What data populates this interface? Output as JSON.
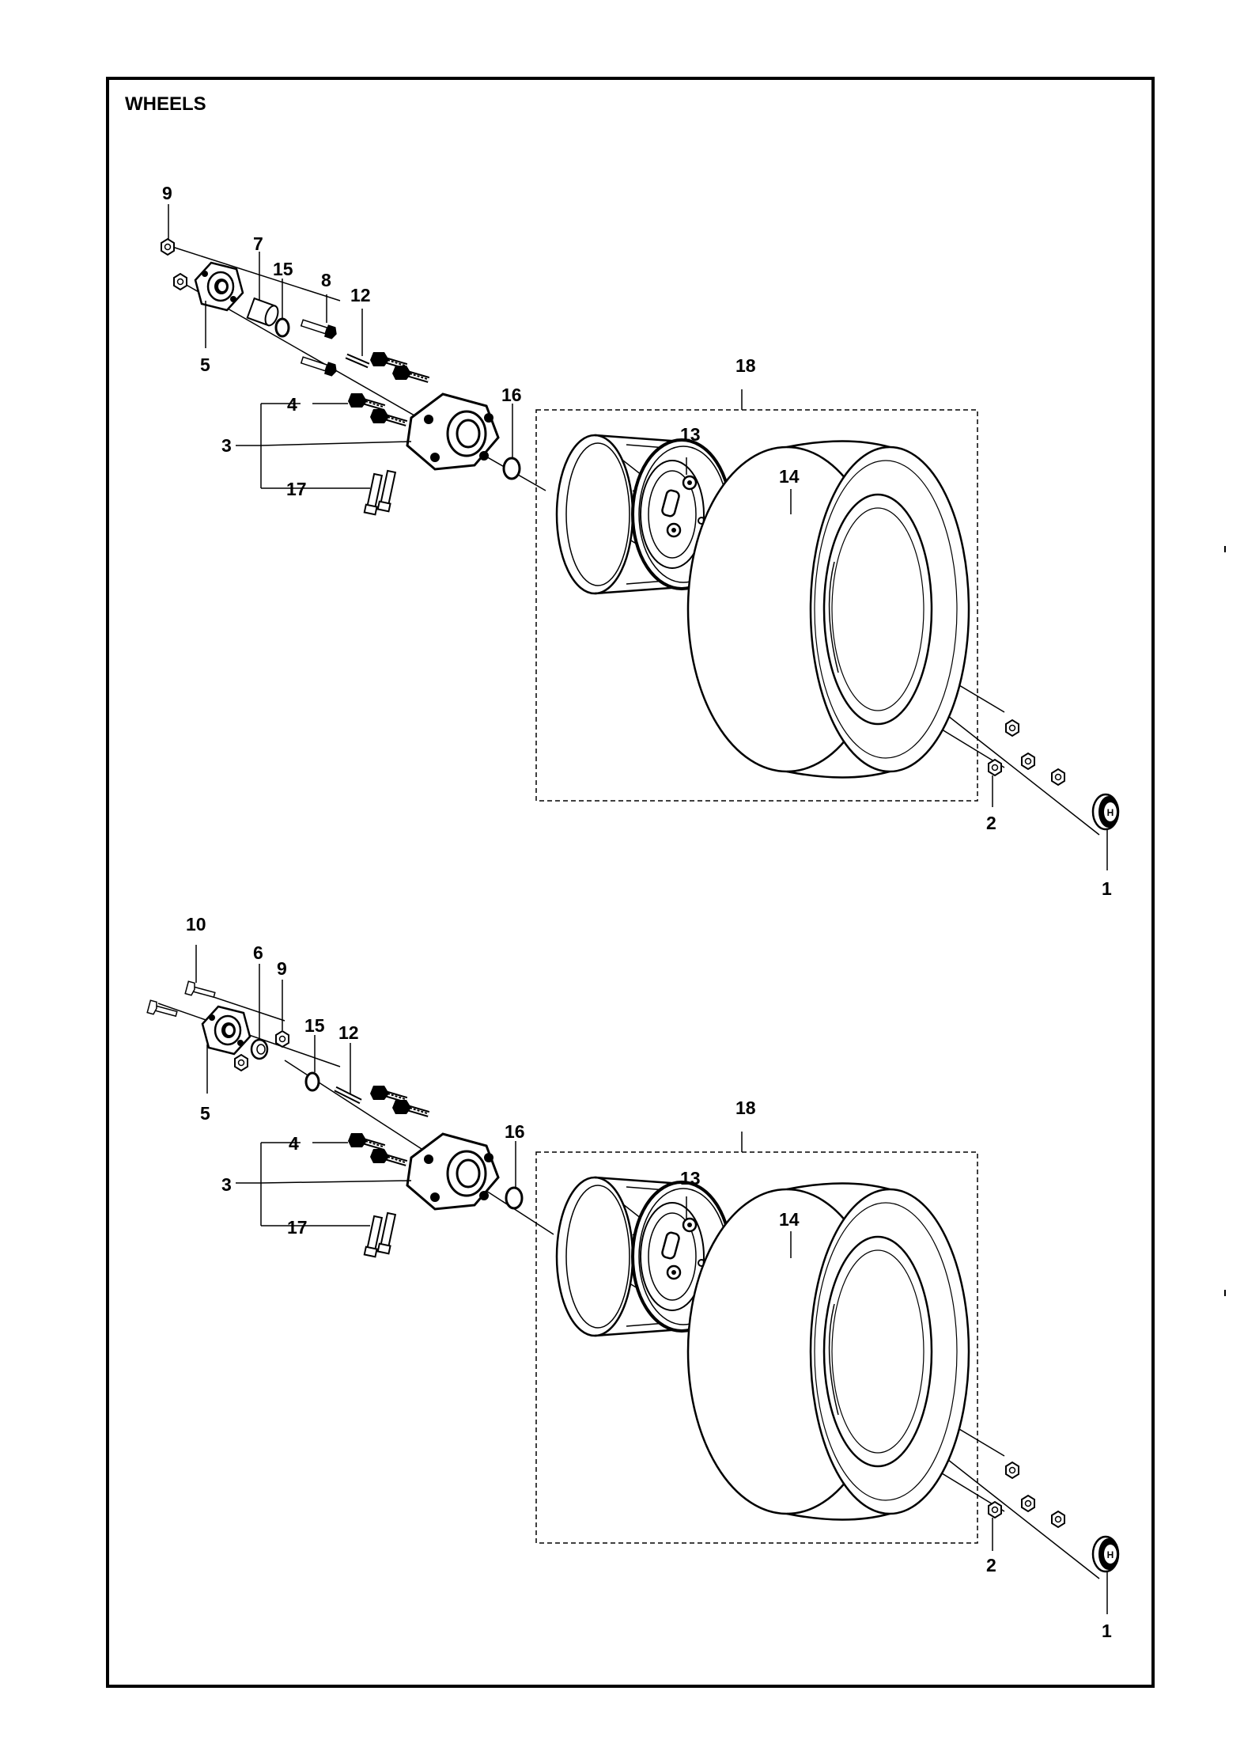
{
  "title": "WHEELS",
  "colors": {
    "line": "#000000",
    "tire_fill": "#ffffff",
    "background": "#ffffff"
  },
  "assemblies": [
    {
      "name": "upper",
      "callouts": {
        "c9": "9",
        "c7": "7",
        "c15": "15",
        "c8": "8",
        "c12": "12",
        "c5": "5",
        "c4": "4",
        "c3": "3",
        "c17": "17",
        "c16": "16",
        "c18": "18",
        "c13": "13",
        "c14": "14",
        "c2": "2",
        "c1": "1"
      }
    },
    {
      "name": "lower",
      "callouts": {
        "c10": "10",
        "c6": "6",
        "c9": "9",
        "c15": "15",
        "c12": "12",
        "c5": "5",
        "c4": "4",
        "c3": "3",
        "c17": "17",
        "c16": "16",
        "c18": "18",
        "c13": "13",
        "c14": "14",
        "c2": "2",
        "c1": "1"
      }
    }
  ]
}
